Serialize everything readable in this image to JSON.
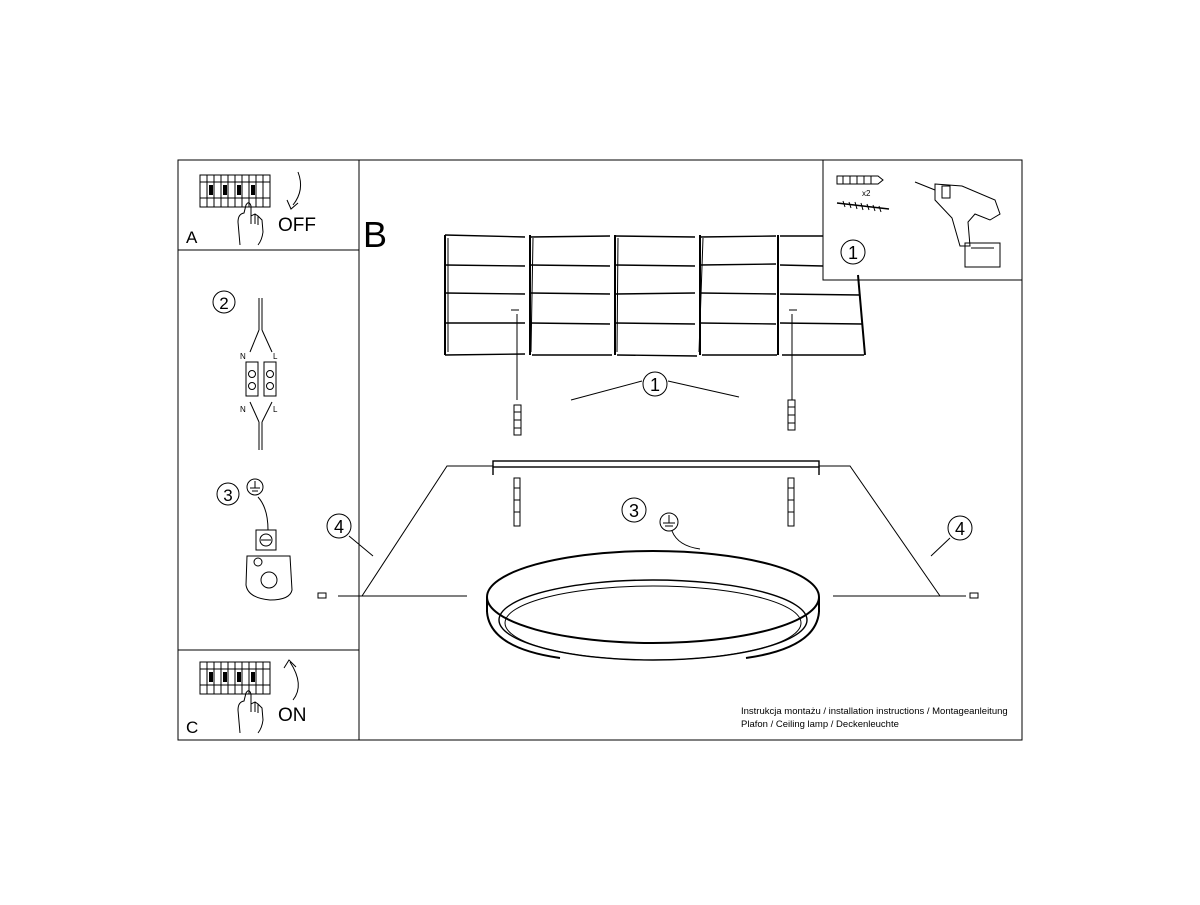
{
  "panels": {
    "a": {
      "letter": "A",
      "action": "OFF"
    },
    "b": {
      "letter": "B"
    },
    "c": {
      "letter": "C",
      "action": "ON"
    }
  },
  "steps": {
    "step1": "1",
    "step2": "2",
    "step3": "3",
    "step4": "4"
  },
  "tools": {
    "quantity": "x2"
  },
  "wiring": {
    "neutral": "N",
    "live": "L"
  },
  "footer": {
    "line1": "Instrukcja montażu / installation instructions / Montageanleitung",
    "line2": "Plafon / Ceiling lamp / Deckenleuchte"
  },
  "icons": [
    "breaker-panel-icon",
    "hand-icon",
    "rotate-arrow-icon",
    "anchor-icon",
    "screw-icon",
    "drill-icon",
    "earth-ground-icon",
    "terminal-block-icon"
  ]
}
